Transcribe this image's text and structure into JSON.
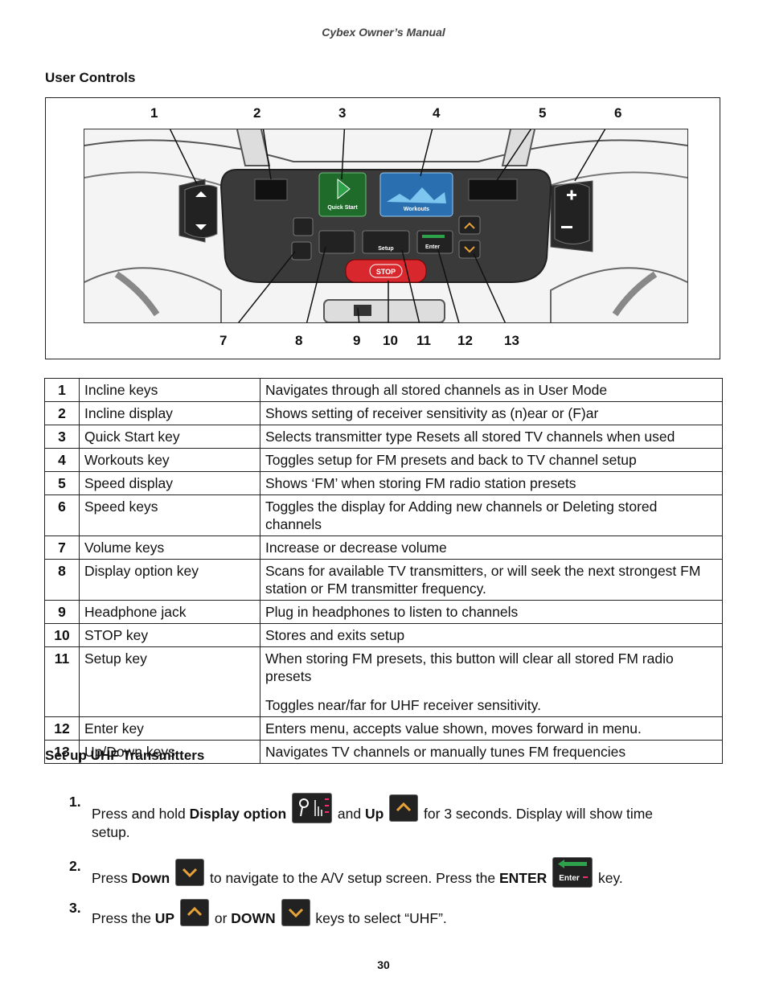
{
  "header": "Cybex Owner’s Manual",
  "section_title": "User Controls",
  "figure": {
    "callouts_top": [
      "1",
      "2",
      "3",
      "4",
      "5",
      "6"
    ],
    "callouts_bottom": [
      "7",
      "8",
      "9",
      "10",
      "11",
      "12",
      "13"
    ],
    "console_labels": {
      "quick_start": "Quick Start",
      "workouts": "Workouts",
      "setup": "Setup",
      "enter": "Enter",
      "stop": "STOP"
    }
  },
  "table": [
    {
      "num": "1",
      "key": "Incline keys",
      "desc": "Navigates through all stored channels as in User Mode"
    },
    {
      "num": "2",
      "key": "Incline display",
      "desc": "Shows setting of receiver sensitivity as (n)ear or (F)ar"
    },
    {
      "num": "3",
      "key": "Quick Start key",
      "desc": "Selects transmitter type Resets all stored TV channels when used"
    },
    {
      "num": "4",
      "key": "Workouts key",
      "desc": "Toggles setup for FM presets and back to TV channel setup"
    },
    {
      "num": "5",
      "key": "Speed display",
      "desc": "Shows ‘FM’ when storing FM radio station presets"
    },
    {
      "num": "6",
      "key": "Speed keys",
      "desc": "Toggles the display for Adding new channels or Deleting stored channels"
    },
    {
      "num": "7",
      "key": "Volume keys",
      "desc": "Increase or decrease volume"
    },
    {
      "num": "8",
      "key": "Display option key",
      "desc": "Scans for available TV transmitters, or will seek the next strongest FM station or FM transmitter frequency."
    },
    {
      "num": "9",
      "key": "Headphone jack",
      "desc": "Plug in headphones to listen to channels"
    },
    {
      "num": "10",
      "key": "STOP key",
      "desc": "Stores and exits setup"
    },
    {
      "num": "11",
      "key": "Setup key",
      "desc": "When storing FM presets, this button will clear all stored FM radio presets",
      "desc2": "Toggles near/far for UHF receiver sensitivity."
    },
    {
      "num": "12",
      "key": "Enter key",
      "desc": "Enters menu, accepts value shown, moves forward in menu."
    },
    {
      "num": "13",
      "key": "Up/Down keys",
      "desc": "Navigates TV channels or manually tunes FM frequencies"
    }
  ],
  "section2_title": "Set up UHF Transmitters",
  "steps": [
    {
      "num": "1.",
      "t1": "Press and hold ",
      "b1": "Display option",
      "t2": " and ",
      "b2": "Up",
      "t3": " for 3 seconds. Display will show time setup."
    },
    {
      "num": "2.",
      "t1": "Press ",
      "b1": "Down",
      "t2": " to navigate to the A/V setup screen. Press the ",
      "b2": "ENTER",
      "t3": " key."
    },
    {
      "num": "3.",
      "t1": "Press the ",
      "b1": "UP",
      "t2": " or ",
      "b2": "DOWN",
      "t3": " keys to select “UHF”."
    }
  ],
  "key_labels": {
    "enter": "Enter"
  },
  "page_number": "30"
}
